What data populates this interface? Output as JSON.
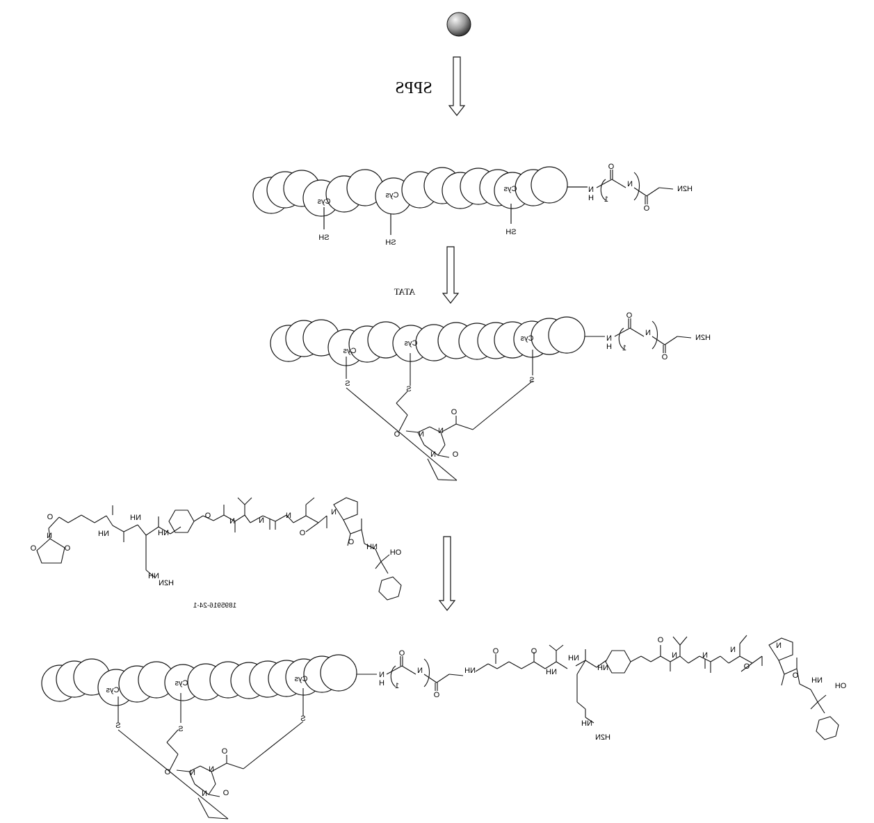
{
  "steps": {
    "step1_label": "SPPS",
    "step2_label": "ATAT"
  },
  "residue_label": "Cys",
  "thiol_label": "SH",
  "sulfur_label": "S",
  "nh_label": "NH",
  "n_label": "N",
  "o_label": "O",
  "h2n_label": "H2N",
  "n_sub": "1",
  "h_sub": "H",
  "oh_label": "OH",
  "h2n_urea_label": "H2N",
  "linker_cas": "1895916-24-1",
  "colors": {
    "line": "#111111",
    "bead_highlight": "#f5f5f5",
    "bead_shadow": "#2a2a2a"
  }
}
